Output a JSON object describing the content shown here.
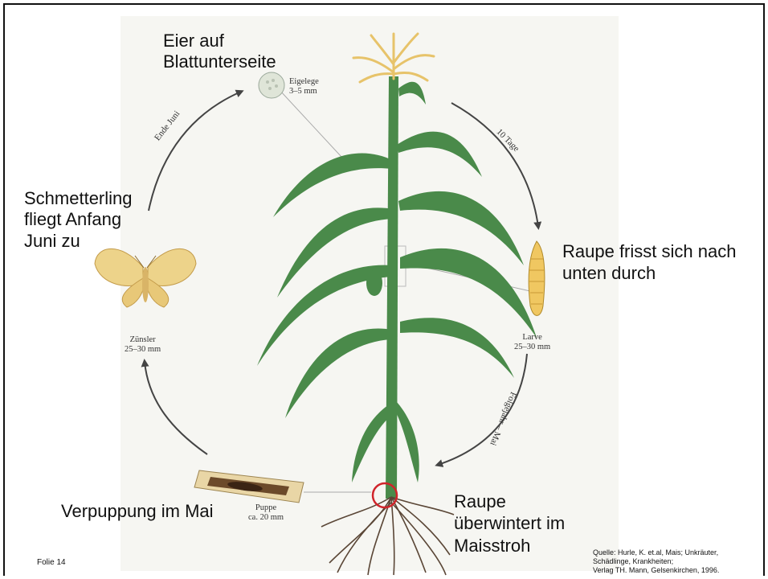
{
  "labels": {
    "eggs": [
      "Eier auf",
      "Blattunterseite"
    ],
    "butterfly": [
      "Schmetterling",
      "fliegt Anfang",
      "Juni zu"
    ],
    "larva_desc": [
      "Raupe frisst sich nach",
      "unten durch"
    ],
    "pupation": "Verpuppung im Mai",
    "overwinter": [
      "Raupe",
      "überwintert im",
      "Maisstroh"
    ]
  },
  "captions": {
    "eigelege": [
      "Eigelege",
      "3–5 mm"
    ],
    "larve": [
      "Larve",
      "25–30 mm"
    ],
    "zuensler": [
      "Zünsler",
      "25–30 mm"
    ],
    "puppe": [
      "Puppe",
      "ca. 20 mm"
    ]
  },
  "arrows": {
    "ende_juni": "Ende Juni",
    "zehn_tage": "10 Tage",
    "folgejahr": "Folgejahr – Mai"
  },
  "footer": {
    "folie": "Folie 14",
    "source": [
      "Quelle: Hurle, K. et.al, Mais; Unkräuter,",
      "Schädlinge, Krankheiten;",
      "Verlag TH. Mann, Gelsenkirchen, 1996."
    ]
  },
  "colors": {
    "plant": "#4a8a4a",
    "tassel": "#e7c36a",
    "roots": "#5a4636",
    "highlight_circle": "#d0242b",
    "arrow": "#444444"
  }
}
